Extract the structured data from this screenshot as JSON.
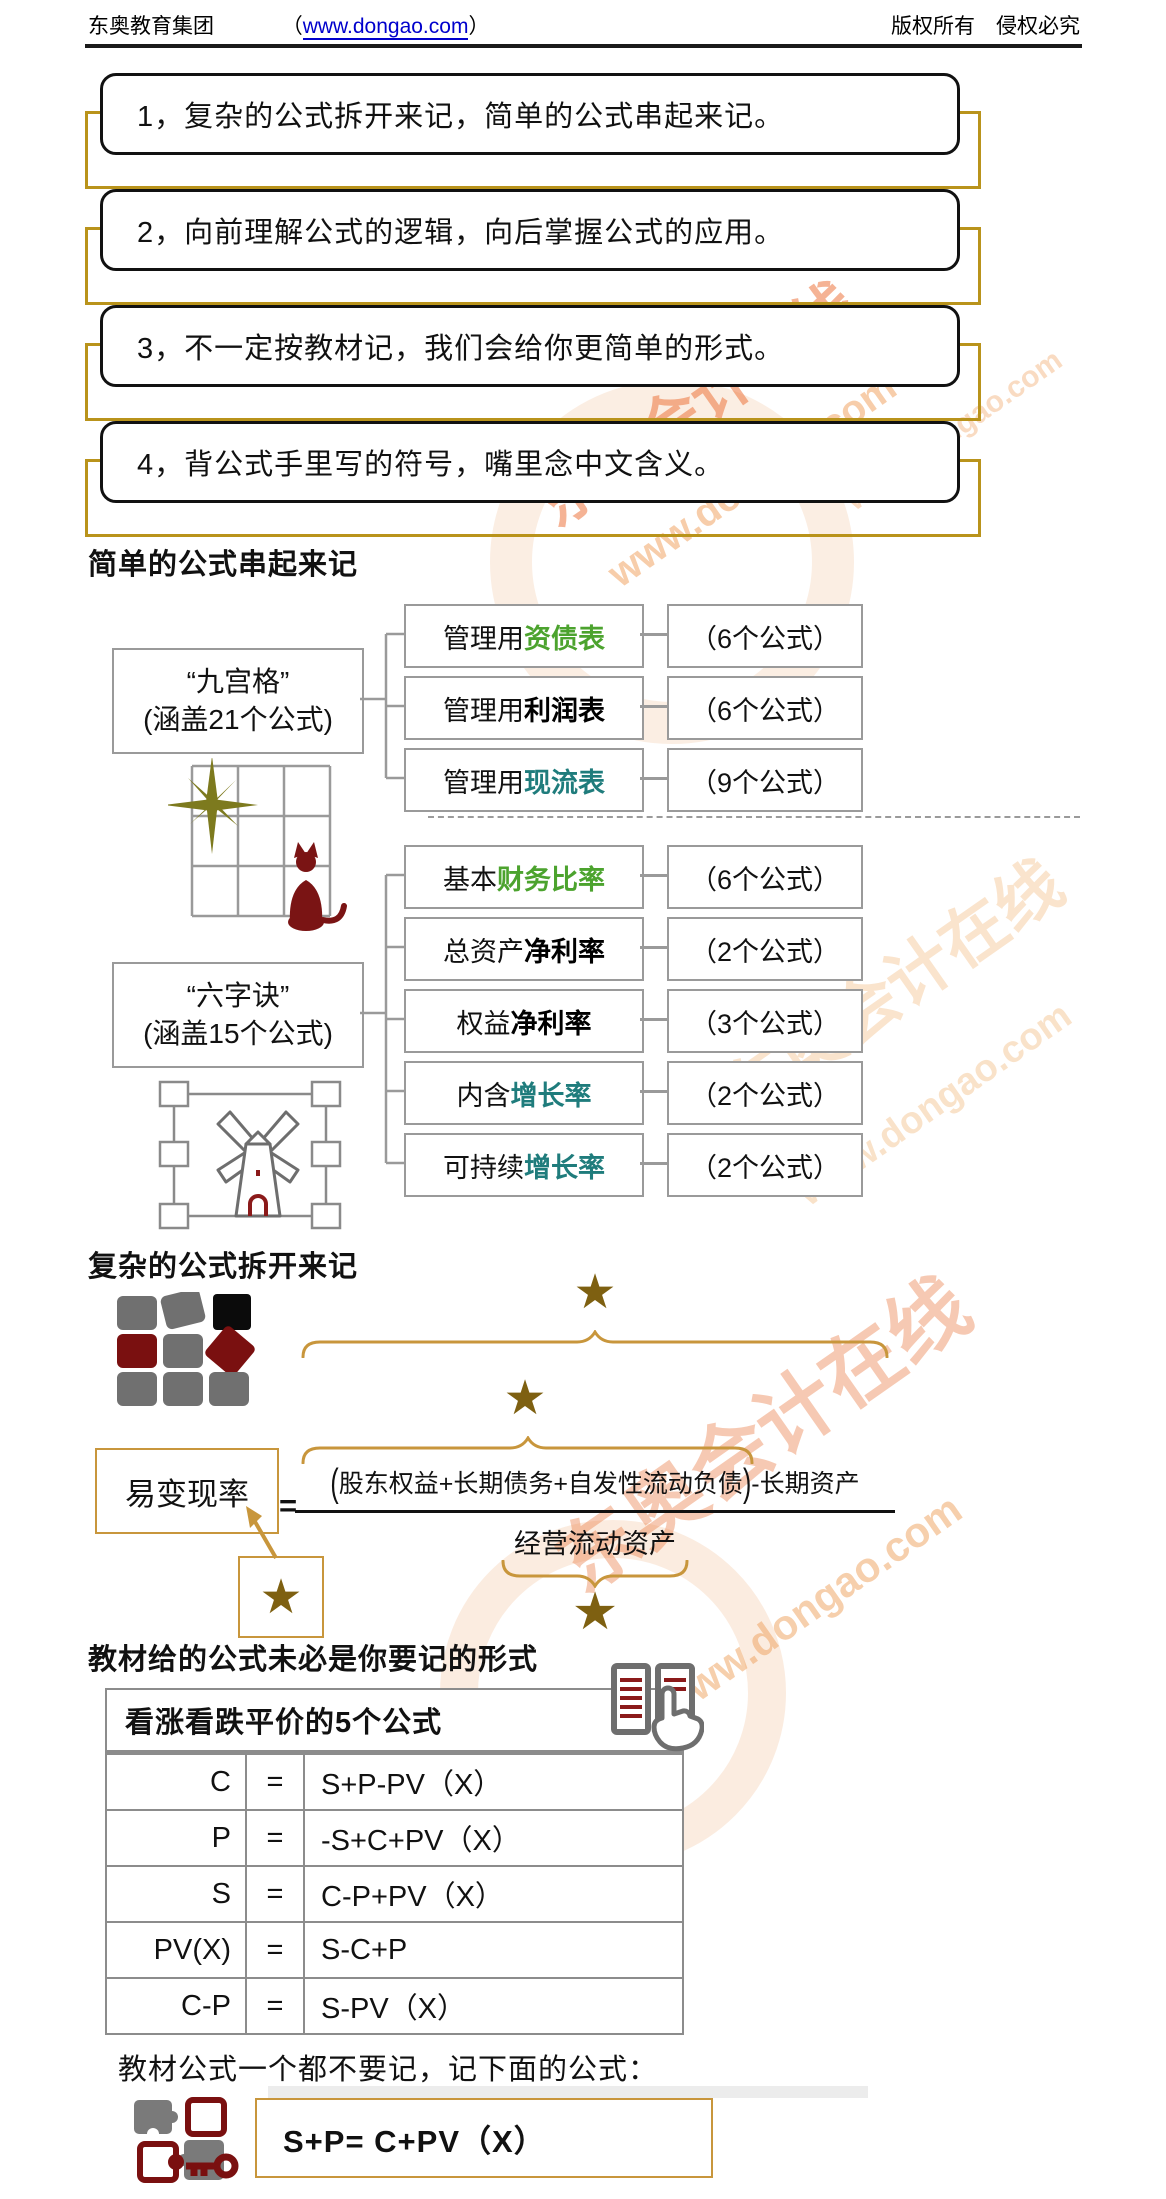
{
  "header": {
    "brand": "东奥教育集团",
    "paren_open": "（",
    "url": "www.dongao.com",
    "paren_close": "）",
    "rights": "版权所有　侵权必究"
  },
  "tips": [
    {
      "text": "1，复杂的公式拆开来记，简单的公式串起来记。"
    },
    {
      "text": "2，向前理解公式的逻辑，向后掌握公式的应用。"
    },
    {
      "text": "3，不一定按教材记，我们会给你更简单的形式。"
    },
    {
      "text": "4，背公式手里写的符号，嘴里念中文含义。"
    }
  ],
  "section1": {
    "title": "简单的公式串起来记",
    "groups": [
      {
        "label_line1": "“九宫格”",
        "label_line2": "(涵盖21个公式)",
        "items": [
          {
            "prefix": "管理用",
            "highlight": "资债表",
            "color": "#4CA32E",
            "count": "（6个公式）"
          },
          {
            "prefix": "管理用",
            "highlight": "利润表",
            "color": "#000000",
            "count": "（6个公式）"
          },
          {
            "prefix": "管理用",
            "highlight": "现流表",
            "color": "#1F7C7C",
            "count": "（9个公式）"
          }
        ]
      },
      {
        "label_line1": "“六字诀”",
        "label_line2": "(涵盖15个公式)",
        "items": [
          {
            "prefix": "基本",
            "highlight": "财务比率",
            "color": "#4CA32E",
            "count": "（6个公式）"
          },
          {
            "prefix": "总资产",
            "highlight": "净利率",
            "color": "#000000",
            "count": "（2个公式）"
          },
          {
            "prefix": "权益",
            "highlight": "净利率",
            "color": "#000000",
            "count": "（3个公式）"
          },
          {
            "prefix": "内含",
            "highlight": "增长率",
            "color": "#1F7C7C",
            "count": "（2个公式）"
          },
          {
            "prefix": "可持续",
            "highlight": "增长率",
            "color": "#1F7C7C",
            "count": "（2个公式）"
          }
        ]
      }
    ]
  },
  "section2": {
    "title": "复杂的公式拆开来记",
    "formula": {
      "lhs": "易变现率",
      "equals": "=",
      "num_open": "(",
      "num_group": "股东权益+长期债务+自发性流动负债",
      "num_close": ")",
      "num_rest": "-长期资产",
      "denominator": "经营流动资产"
    }
  },
  "section3": {
    "title": "教材给的公式未必是你要记的形式",
    "table": {
      "header": "看涨看跌平价的5个公式",
      "rows": [
        {
          "lhs": "C",
          "eq": "=",
          "rhs": "S+P-PV（X）"
        },
        {
          "lhs": "P",
          "eq": "=",
          "rhs": "-S+C+PV（X）"
        },
        {
          "lhs": "S",
          "eq": "=",
          "rhs": "C-P+PV（X）"
        },
        {
          "lhs": "PV(X)",
          "eq": "=",
          "rhs": "S-C+P"
        },
        {
          "lhs": "C-P",
          "eq": "=",
          "rhs": "S-PV（X）"
        }
      ]
    },
    "note": "教材公式一个都不要记，记下面的公式：",
    "final_formula": "S+P= C+PV（X）"
  },
  "icons": {
    "star": "★"
  },
  "colors": {
    "green": "#4CA32E",
    "teal": "#1F7C7C",
    "gold_frame": "#B9931B",
    "gold_accent": "#C8963C",
    "star": "#7E6011",
    "dark_red": "#7A1414",
    "link_blue": "#0000CC",
    "line_gray": "#9a9a9a"
  },
  "watermark": {
    "name": "东奥会计在线",
    "url": "www.dongao.com"
  }
}
